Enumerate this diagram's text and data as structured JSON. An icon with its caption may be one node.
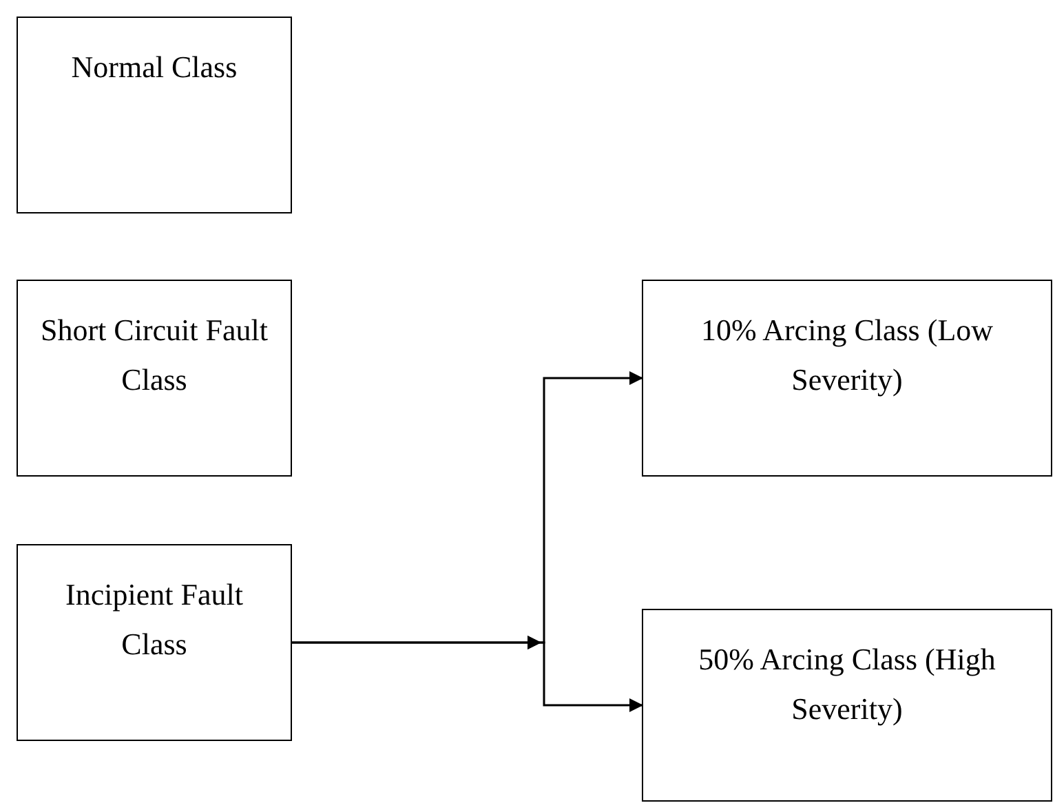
{
  "diagram": {
    "nodes": [
      {
        "text": [
          "Normal Class"
        ]
      },
      {
        "text": [
          "Short Circuit Fault Class"
        ]
      },
      {
        "text": [
          "Incipient Fault Class"
        ]
      },
      {
        "text": [
          "10% Arcing Class (Low Severity)"
        ]
      },
      {
        "text": [
          "50% Arcing Class (High Severity)"
        ]
      }
    ],
    "edges": [
      {
        "from": 2,
        "to": 3,
        "arrow": "to"
      },
      {
        "from": 2,
        "to": 4,
        "arrow": "to"
      }
    ]
  }
}
